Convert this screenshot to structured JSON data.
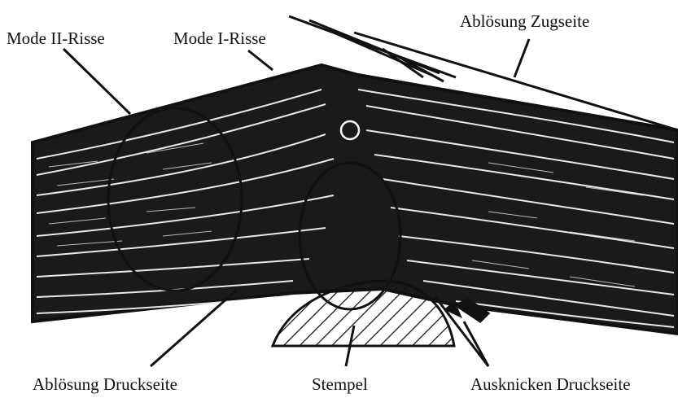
{
  "labels": {
    "mode2": "Mode II-Risse",
    "mode1": "Mode I-Risse",
    "abl_zug": "Ablösung Zugseite",
    "abl_druck": "Ablösung Druckseite",
    "stempel": "Stempel",
    "ausknicken": "Ausknicken Druckseite"
  },
  "colors": {
    "ink": "#111111",
    "paper": "#ffffff"
  }
}
